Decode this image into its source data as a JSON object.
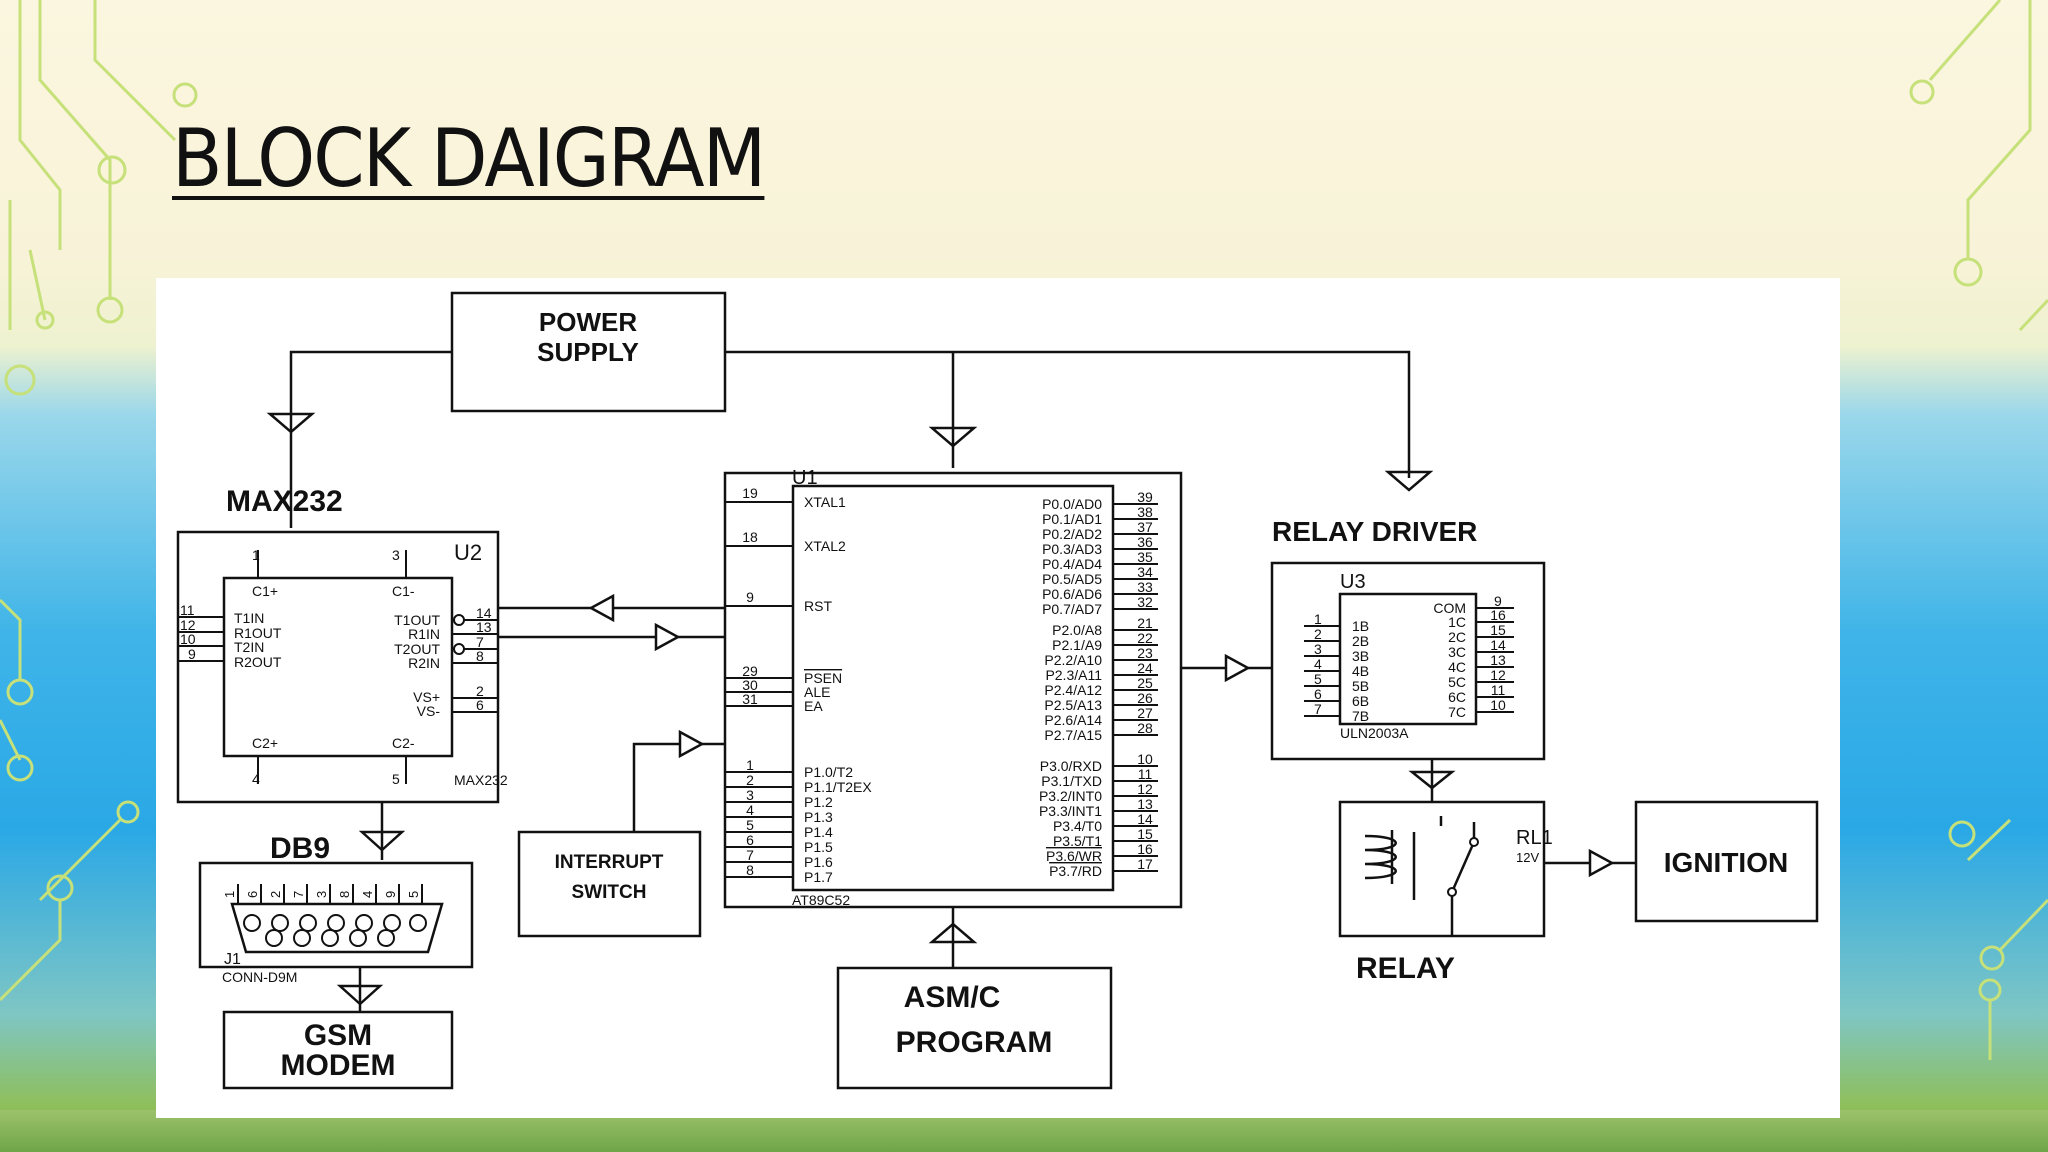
{
  "slide": {
    "title": "BLOCK DAIGRAM"
  },
  "diagram": {
    "power_supply": [
      "POWER",
      "SUPPLY"
    ],
    "max232_heading": "MAX232",
    "max232": {
      "ref": "U2",
      "part": "MAX232",
      "top_pins": [
        "1",
        "3"
      ],
      "top_labels": [
        "C1+",
        "C1-"
      ],
      "left_pins": [
        "11",
        "12",
        "10",
        "9"
      ],
      "left_labels": [
        "T1IN",
        "R1OUT",
        "T2IN",
        "R2OUT"
      ],
      "right_pins": [
        "14",
        "13",
        "7",
        "8"
      ],
      "right_labels": [
        "T1OUT",
        "R1IN",
        "T2OUT",
        "R2IN"
      ],
      "vs_pins": [
        "2",
        "6"
      ],
      "vs_labels": [
        "VS+",
        "VS-"
      ],
      "bottom_pins": [
        "4",
        "5"
      ],
      "bottom_labels": [
        "C2+",
        "C2-"
      ]
    },
    "db9_heading": "DB9",
    "db9": {
      "pins": [
        "1",
        "6",
        "2",
        "7",
        "3",
        "8",
        "4",
        "9",
        "5"
      ],
      "ref": "J1",
      "part": "CONN-D9M"
    },
    "gsm": [
      "GSM",
      "MODEM"
    ],
    "interrupt": [
      "INTERRUPT",
      "SWITCH"
    ],
    "mcu": {
      "ref": "U1",
      "part": "AT89C52",
      "left_top": [
        {
          "pin": "19",
          "label": "XTAL1"
        },
        {
          "pin": "18",
          "label": "XTAL2"
        },
        {
          "pin": "9",
          "label": "RST"
        }
      ],
      "left_mid": [
        {
          "pin": "29",
          "label": "PSEN"
        },
        {
          "pin": "30",
          "label": "ALE"
        },
        {
          "pin": "31",
          "label": "EA"
        }
      ],
      "left_bottom": [
        {
          "pin": "1",
          "label": "P1.0/T2"
        },
        {
          "pin": "2",
          "label": "P1.1/T2EX"
        },
        {
          "pin": "3",
          "label": "P1.2"
        },
        {
          "pin": "4",
          "label": "P1.3"
        },
        {
          "pin": "5",
          "label": "P1.4"
        },
        {
          "pin": "6",
          "label": "P1.5"
        },
        {
          "pin": "7",
          "label": "P1.6"
        },
        {
          "pin": "8",
          "label": "P1.7"
        }
      ],
      "right_p0": [
        {
          "pin": "39",
          "label": "P0.0/AD0"
        },
        {
          "pin": "38",
          "label": "P0.1/AD1"
        },
        {
          "pin": "37",
          "label": "P0.2/AD2"
        },
        {
          "pin": "36",
          "label": "P0.3/AD3"
        },
        {
          "pin": "35",
          "label": "P0.4/AD4"
        },
        {
          "pin": "34",
          "label": "P0.5/AD5"
        },
        {
          "pin": "33",
          "label": "P0.6/AD6"
        },
        {
          "pin": "32",
          "label": "P0.7/AD7"
        }
      ],
      "right_p2": [
        {
          "pin": "21",
          "label": "P2.0/A8"
        },
        {
          "pin": "22",
          "label": "P2.1/A9"
        },
        {
          "pin": "23",
          "label": "P2.2/A10"
        },
        {
          "pin": "24",
          "label": "P2.3/A11"
        },
        {
          "pin": "25",
          "label": "P2.4/A12"
        },
        {
          "pin": "26",
          "label": "P2.5/A13"
        },
        {
          "pin": "27",
          "label": "P2.6/A14"
        },
        {
          "pin": "28",
          "label": "P2.7/A15"
        }
      ],
      "right_p3": [
        {
          "pin": "10",
          "label": "P3.0/RXD"
        },
        {
          "pin": "11",
          "label": "P3.1/TXD"
        },
        {
          "pin": "12",
          "label": "P3.2/INT0"
        },
        {
          "pin": "13",
          "label": "P3.3/INT1"
        },
        {
          "pin": "14",
          "label": "P3.4/T0"
        },
        {
          "pin": "15",
          "label": "P3.5/T1"
        },
        {
          "pin": "16",
          "label": "P3.6/WR"
        },
        {
          "pin": "17",
          "label": "P3.7/RD"
        }
      ]
    },
    "program": [
      "ASM/C",
      "PROGRAM"
    ],
    "relay_driver_heading": "RELAY DRIVER",
    "uln": {
      "ref": "U3",
      "part": "ULN2003A",
      "left_pins": [
        "1",
        "2",
        "3",
        "4",
        "5",
        "6",
        "7"
      ],
      "left_labels": [
        "1B",
        "2B",
        "3B",
        "4B",
        "5B",
        "6B",
        "7B"
      ],
      "com_pin": "9",
      "com_label": "COM",
      "right_pins": [
        "16",
        "15",
        "14",
        "13",
        "12",
        "11",
        "10"
      ],
      "right_labels": [
        "1C",
        "2C",
        "3C",
        "4C",
        "5C",
        "6C",
        "7C"
      ]
    },
    "relay": {
      "ref": "RL1",
      "voltage": "12V",
      "label": "RELAY"
    },
    "ignition": "IGNITION"
  }
}
